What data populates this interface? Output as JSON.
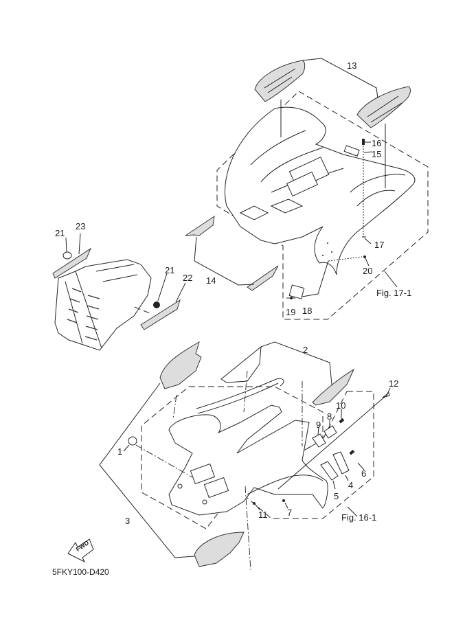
{
  "diagram": {
    "title_code": "5FKY100-D420",
    "fwd_arrow_label": "FWD",
    "figure_refs": [
      "Fig. 17-1",
      "Fig. 16-1"
    ],
    "callouts": {
      "c1": "1",
      "c2": "2",
      "c3": "3",
      "c4": "4",
      "c5": "5",
      "c6": "6",
      "c7": "7",
      "c8": "8",
      "c9": "9",
      "c10": "10",
      "c11": "11",
      "c12": "12",
      "c13": "13",
      "c14": "14",
      "c15": "15",
      "c16": "16",
      "c17": "17",
      "c18": "18",
      "c19": "19",
      "c20": "20",
      "c21a": "21",
      "c21b": "21",
      "c22": "22",
      "c23": "23"
    }
  }
}
